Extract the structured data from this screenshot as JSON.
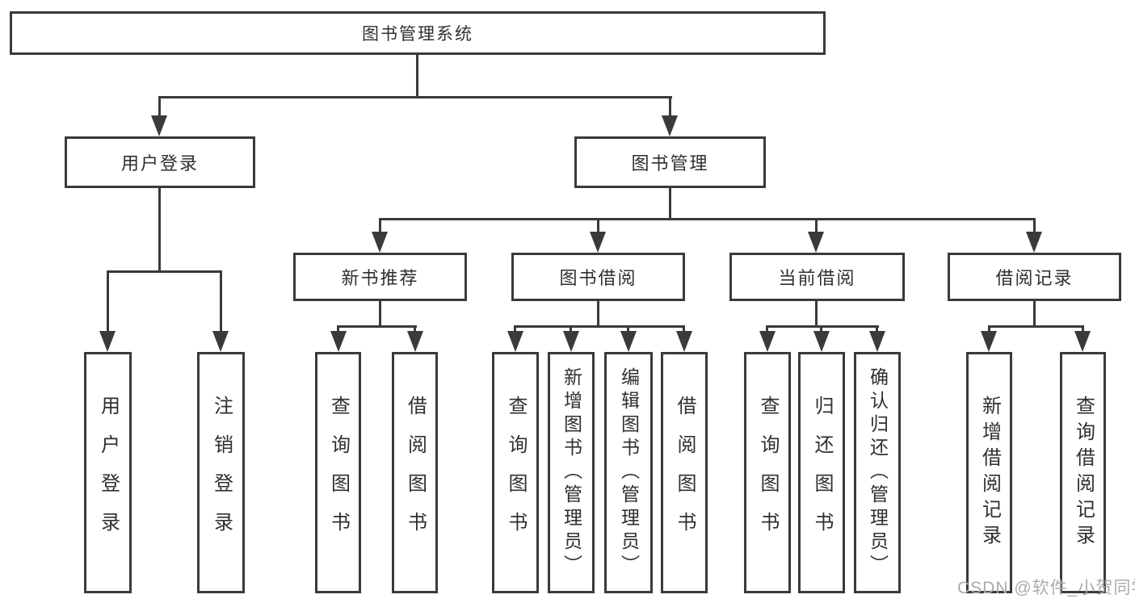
{
  "diagram": {
    "root": {
      "label": "图书管理系统"
    },
    "branches": [
      {
        "label": "用户登录",
        "children": [
          {
            "label": "用户登录"
          },
          {
            "label": "注销登录"
          }
        ]
      },
      {
        "label": "图书管理",
        "groups": [
          {
            "label": "新书推荐",
            "children": [
              {
                "label": "查询图书"
              },
              {
                "label": "借阅图书"
              }
            ]
          },
          {
            "label": "图书借阅",
            "children": [
              {
                "label": "查询图书"
              },
              {
                "label": "新增图书（管理员）"
              },
              {
                "label": "编辑图书（管理员）"
              },
              {
                "label": "借阅图书"
              }
            ]
          },
          {
            "label": "当前借阅",
            "children": [
              {
                "label": "查询图书"
              },
              {
                "label": "归还图书"
              },
              {
                "label": "确认归还（管理员）"
              }
            ]
          },
          {
            "label": "借阅记录",
            "children": [
              {
                "label": "新增借阅记录"
              },
              {
                "label": "查询借阅记录"
              }
            ]
          }
        ]
      }
    ]
  },
  "colors": {
    "line": "#3a3a3a",
    "text": "#2f2f2f",
    "background": "#ffffff",
    "watermark": "#ababab"
  },
  "watermark": {
    "text": "CSDN @软件_小贺同学"
  }
}
